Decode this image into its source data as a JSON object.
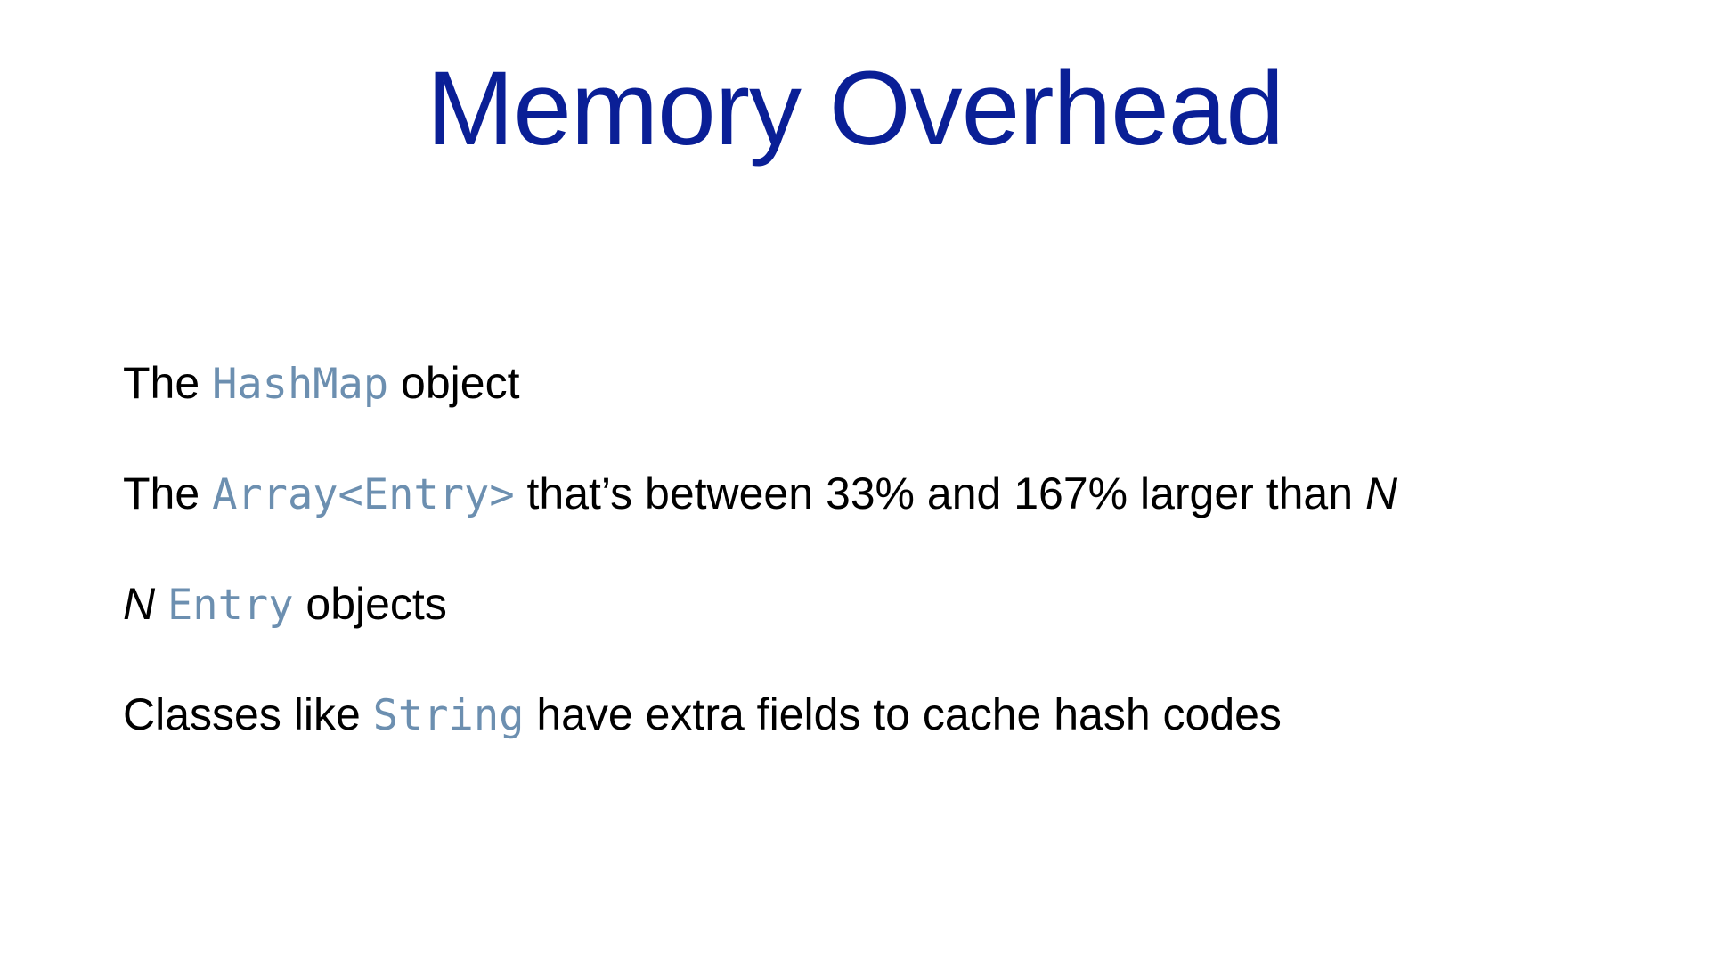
{
  "slide": {
    "title": "Memory Overhead",
    "accent_color": "#0a1f96",
    "code_color": "#6c8fb0",
    "bullets": [
      {
        "pre": "The ",
        "code": "HashMap",
        "post": " object"
      },
      {
        "pre": "The ",
        "code": "Array<Entry>",
        "post": " that’s between 33% and 167% larger than ",
        "var": "N"
      },
      {
        "var": "N",
        "code": "Entry",
        "post": " objects"
      },
      {
        "pre": "Classes like ",
        "code": "String",
        "post": " have extra fields to cache hash codes"
      }
    ]
  }
}
